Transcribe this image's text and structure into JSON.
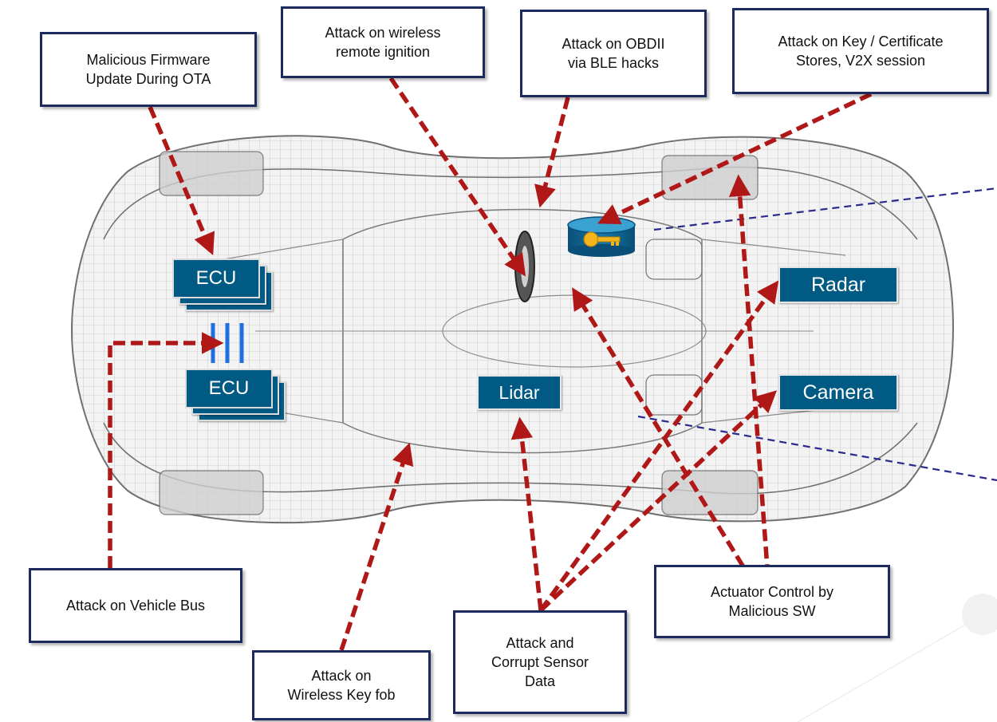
{
  "callouts": {
    "firmware": "Malicious Firmware\nUpdate During OTA",
    "wireless_ignition": "Attack on wireless\nremote ignition",
    "obdii": "Attack on OBDII\nvia BLE hacks",
    "key_store": "Attack on Key / Certificate\nStores, V2X session",
    "vehicle_bus": "Attack on Vehicle Bus",
    "key_fob": "Attack on\nWireless Key fob",
    "sensor_data": "Attack and\nCorrupt Sensor\nData",
    "actuator": "Actuator Control by\nMalicious SW"
  },
  "components": {
    "ecu_top": "ECU",
    "ecu_bottom": "ECU",
    "radar": "Radar",
    "camera": "Camera",
    "lidar": "Lidar"
  },
  "icons": {
    "key_store": "key-store-icon",
    "steering_wheel": "steering-wheel-icon",
    "bus": "vehicle-bus-icon",
    "car": "car-wireframe-icon"
  },
  "colors": {
    "attack_arrow": "#b01717",
    "callout_border": "#1c2a5e",
    "component_fill": "#005a84",
    "bus_line": "#1e6fe0",
    "sensor_fov": "#2a2a8c",
    "car_wireframe": "#6f6f6f"
  }
}
